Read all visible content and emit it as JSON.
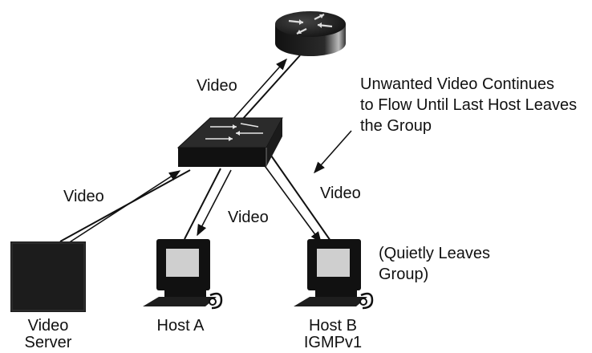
{
  "labels": {
    "video_up": "Video",
    "video_server_link": "Video",
    "video_host_a": "Video",
    "video_host_b": "Video",
    "annotation": [
      "Unwanted Video Continues",
      "to Flow Until Last Host Leaves",
      "the Group"
    ],
    "host_b_note": [
      "(Quietly Leaves",
      "Group)"
    ],
    "video_server": [
      "Video",
      "Server"
    ],
    "host_a": "Host A",
    "host_b": [
      "Host B",
      "IGMPv1"
    ]
  },
  "icons": {
    "router": "router-icon",
    "switch": "switch-icon",
    "server": "video-server-icon",
    "host_a": "workstation-icon",
    "host_b": "workstation-icon"
  }
}
